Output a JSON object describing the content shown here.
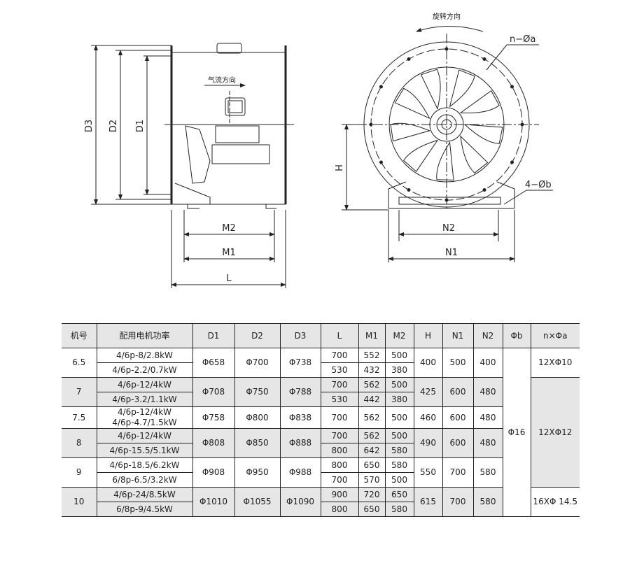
{
  "drawing": {
    "side_view": {
      "airflow_label": "气流方向",
      "dims": {
        "d3": "D3",
        "d2": "D2",
        "d1": "D1",
        "m2": "M2",
        "m1": "M1",
        "l": "L"
      }
    },
    "front_view": {
      "rotation_label": "旋转方向",
      "hole_label": "n−Øa",
      "base_hole_label": "4−Øb",
      "dims": {
        "h": "H",
        "n2": "N2",
        "n1": "N1"
      }
    }
  },
  "table": {
    "headers": [
      "机号",
      "配用电机功率",
      "D1",
      "D2",
      "D3",
      "L",
      "M1",
      "M2",
      "H",
      "N1",
      "N2",
      "Φb",
      "n×Φa"
    ],
    "shared_phi_b": "Φ16",
    "rows": [
      {
        "model": "6.5",
        "power": [
          "4/6p-8/2.8kW",
          "4/6p-2.2/0.7kW"
        ],
        "d1": "Φ658",
        "d2": "Φ700",
        "d3": "Φ738",
        "l": [
          "700",
          "530"
        ],
        "m1": [
          "552",
          "432"
        ],
        "m2": [
          "500",
          "380"
        ],
        "h": "400",
        "n1": "500",
        "n2": "400",
        "holes": "12XΦ10"
      },
      {
        "model": "7",
        "power": [
          "4/6p-12/4kW",
          "4/6p-3.2/1.1kW"
        ],
        "d1": "Φ708",
        "d2": "Φ750",
        "d3": "Φ788",
        "l": [
          "700",
          "530"
        ],
        "m1": [
          "562",
          "442"
        ],
        "m2": [
          "500",
          "380"
        ],
        "h": "425",
        "n1": "600",
        "n2": "480",
        "holes": "12XΦ12"
      },
      {
        "model": "7.5",
        "power": [
          "4/6p-12/4kW",
          "4/6p-4.7/1.5kW"
        ],
        "d1": "Φ758",
        "d2": "Φ800",
        "d3": "Φ838",
        "l": [
          "700"
        ],
        "m1": [
          "562"
        ],
        "m2": [
          "500"
        ],
        "h": "460",
        "n1": "600",
        "n2": "480"
      },
      {
        "model": "8",
        "power": [
          "4/6p-12/4kW",
          "4/6p-15.5/5.1kW"
        ],
        "d1": "Φ808",
        "d2": "Φ850",
        "d3": "Φ888",
        "l": [
          "700",
          "800"
        ],
        "m1": [
          "562",
          "642"
        ],
        "m2": [
          "500",
          "580"
        ],
        "h": "490",
        "n1": "600",
        "n2": "480"
      },
      {
        "model": "9",
        "power": [
          "4/6p-18.5/6.2kW",
          "6/8p-6.5/3.2kW"
        ],
        "d1": "Φ908",
        "d2": "Φ950",
        "d3": "Φ988",
        "l": [
          "800",
          "700"
        ],
        "m1": [
          "650",
          "570"
        ],
        "m2": [
          "580",
          "500"
        ],
        "h": "550",
        "n1": "700",
        "n2": "580"
      },
      {
        "model": "10",
        "power": [
          "4/6p-24/8.5kW",
          "6/8p-9/4.5kW"
        ],
        "d1": "Φ1010",
        "d2": "Φ1055",
        "d3": "Φ1090",
        "l": [
          "900",
          "800"
        ],
        "m1": [
          "720",
          "650"
        ],
        "m2": [
          "650",
          "580"
        ],
        "h": "615",
        "n1": "700",
        "n2": "580",
        "holes": "16XΦ 14.5"
      }
    ]
  }
}
